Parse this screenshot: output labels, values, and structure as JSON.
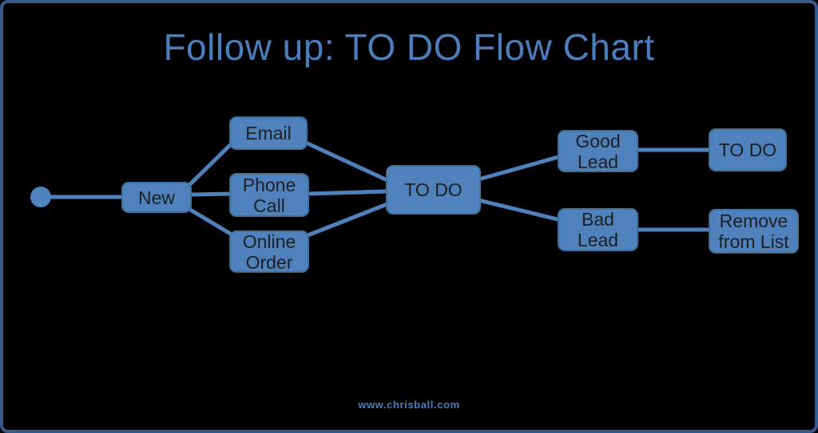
{
  "title": "Follow up: TO DO Flow Chart",
  "footer": "www.chrisball.com",
  "colors": {
    "background": "#000000",
    "frame_border": "#375b8d",
    "title_text": "#4a7ebd",
    "node_fill": "#4f81bd",
    "node_border": "#41719c",
    "node_text": "#1f1f1f",
    "connector": "#4f81bd",
    "footer_text": "#4a7ebd"
  },
  "diagram": {
    "start_node": {
      "id": "start",
      "shape": "dot"
    },
    "nodes": [
      {
        "id": "new",
        "label": "New"
      },
      {
        "id": "email",
        "label": "Email"
      },
      {
        "id": "phone-call",
        "label": "Phone\nCall"
      },
      {
        "id": "online-order",
        "label": "Online\nOrder"
      },
      {
        "id": "todo",
        "label": "TO DO"
      },
      {
        "id": "good-lead",
        "label": "Good\nLead"
      },
      {
        "id": "bad-lead",
        "label": "Bad\nLead"
      },
      {
        "id": "todo-followup",
        "label": "TO DO"
      },
      {
        "id": "remove-from-list",
        "label": "Remove\nfrom List"
      }
    ],
    "edges": [
      {
        "from": "start",
        "to": "new"
      },
      {
        "from": "new",
        "to": "email"
      },
      {
        "from": "new",
        "to": "phone-call"
      },
      {
        "from": "new",
        "to": "online-order"
      },
      {
        "from": "email",
        "to": "todo"
      },
      {
        "from": "phone-call",
        "to": "todo"
      },
      {
        "from": "online-order",
        "to": "todo"
      },
      {
        "from": "todo",
        "to": "good-lead"
      },
      {
        "from": "todo",
        "to": "bad-lead"
      },
      {
        "from": "good-lead",
        "to": "todo-followup"
      },
      {
        "from": "bad-lead",
        "to": "remove-from-list"
      }
    ]
  }
}
